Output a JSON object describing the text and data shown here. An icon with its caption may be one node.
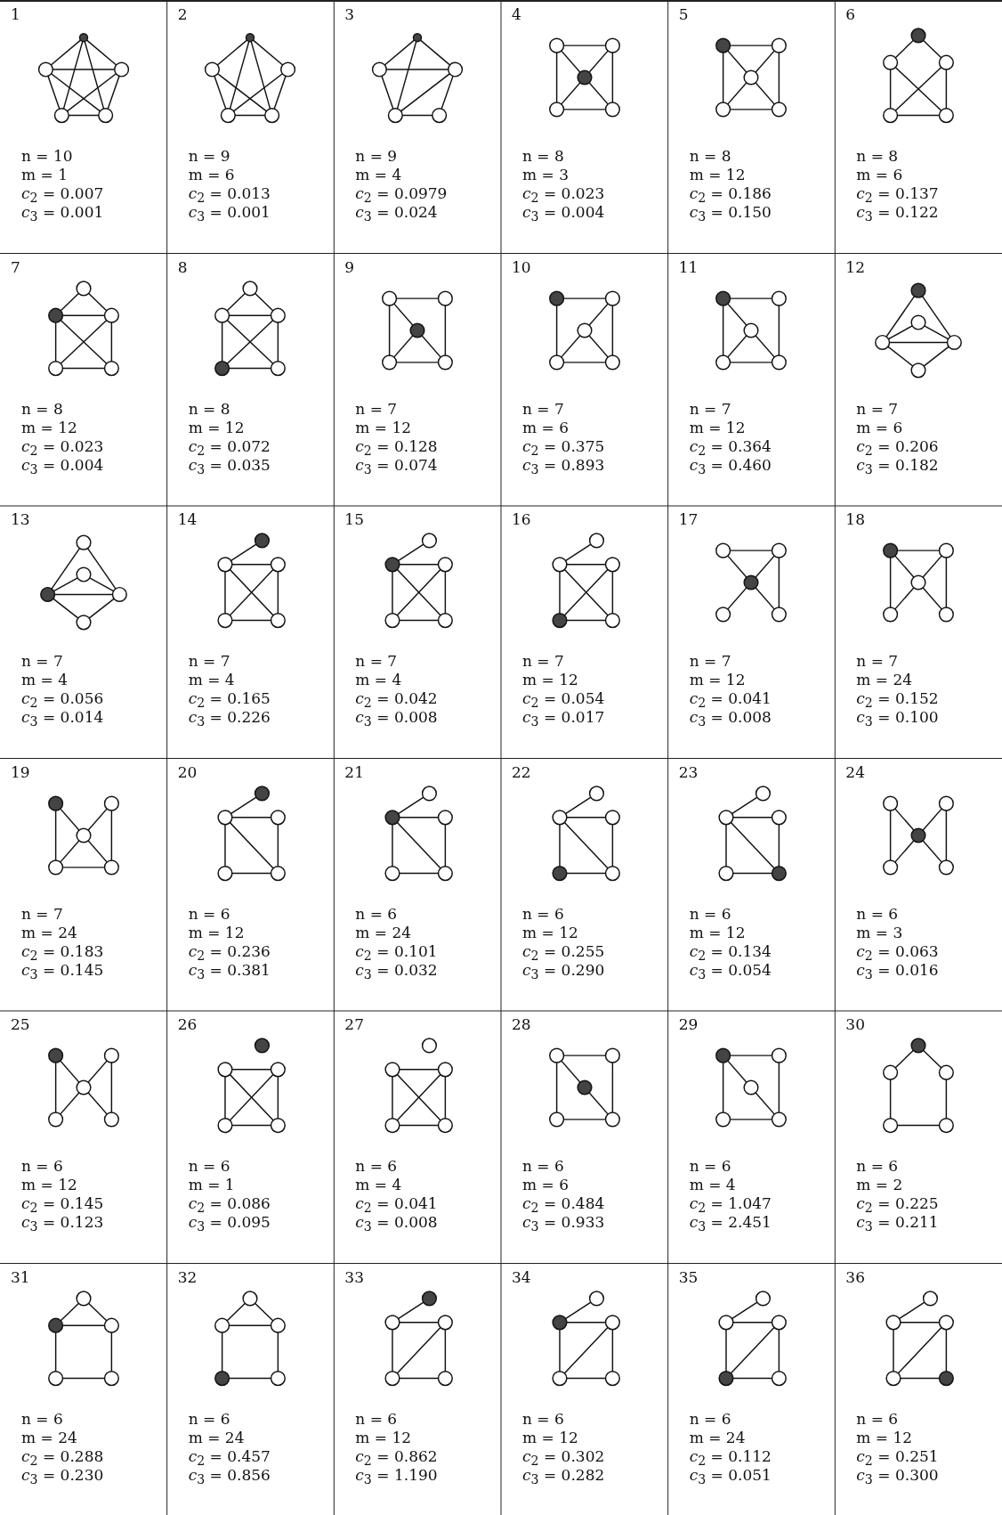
{
  "diagram": {
    "labels": [
      "1",
      "n = 10",
      "m = 1",
      "*c*$_{2}$ = 0.007",
      "*c*$_{3}$ = 0.001",
      "2",
      "n = 9",
      "m = 6",
      "*c*$_{2}$ = 0.013",
      "*c*$_{3}$ = 0.001",
      "3",
      "n = 9",
      "m = 4",
      "*c*$_{2}$ = 0.0979",
      "*c*$_{3}$ = 0.024",
      "4",
      "n = 8",
      "m = 3",
      "*c*$_{2}$ = 0.023",
      "*c*$_{3}$ = 0.004",
      "5",
      "n = 8",
      "m = 12",
      "*c*$_{2}$ = 0.186",
      "*c*$_{3}$ = 0.150",
      "6",
      "n = 8",
      "m = 6",
      "*c*$_{2}$ = 0.137",
      "*c*$_{3}$ = 0.122",
      "7",
      "n = 8",
      "m = 12",
      "*c*$_{2}$ = 0.023",
      "*c*$_{3}$ = 0.004",
      "8",
      "n = 8",
      "m = 12",
      "*c*$_{2}$ = 0.072",
      "*c*$_{3}$ = 0.035",
      "9",
      "n = 7",
      "m = 12",
      "*c*$_{2}$ = 0.128",
      "*c*$_{3}$ = 0.074",
      "10",
      "n = 7",
      "m = 6",
      "*c*$_{2}$ = 0.375",
      "*c*$_{3}$ = 0.893",
      "11",
      "n = 7",
      "m = 12",
      "*c*$_{2}$ = 0.364",
      "*c*$_{3}$ = 0.460",
      "12",
      "n = 7",
      "m = 6",
      "*c*$_{2}$ = 0.206",
      "*c*$_{3}$ = 0.182",
      "13",
      "n = 7",
      "m = 4",
      "*c*$_{2}$ = 0.056",
      "*c*$_{3}$ = 0.014",
      "14",
      "n = 7",
      "m = 4",
      "*c*$_{2}$ = 0.165",
      "*c*$_{3}$ = 0.226",
      "15",
      "n = 7",
      "m = 4",
      "*c*$_{2}$ = 0.042",
      "*c*$_{3}$ = 0.008",
      "16",
      "n = 7",
      "m = 12",
      "*c*$_{2}$ = 0.054",
      "*c*$_{3}$ = 0.017",
      "17",
      "n = 7",
      "m = 12",
      "*c*$_{2}$ = 0.041",
      "*c*$_{3}$ = 0.008",
      "18",
      "n = 7",
      "m = 24",
      "*c*$_{2}$ = 0.152",
      "*c*$_{3}$ = 0.100",
      "19",
      "n = 7",
      "m = 24",
      "*c*$_{2}$ = 0.183",
      "*c*$_{3}$ = 0.145",
      "20",
      "n = 6",
      "m = 12",
      "*c*$_{2}$ = 0.236",
      "*c*$_{3}$ = 0.381",
      "21",
      "n = 6",
      "m = 24",
      "*c*$_{2}$ = 0.101",
      "*c*$_{3}$ = 0.032",
      "22",
      "n = 6",
      "m = 12",
      "*c*$_{2}$ = 0.255",
      "*c*$_{3}$ = 0.290",
      "23",
      "n = 6",
      "m = 12",
      "*c*$_{2}$ = 0.134",
      "*c*$_{3}$ = 0.054",
      "24",
      "n = 6",
      "m = 3",
      "*c*$_{2}$ = 0.063",
      "*c*$_{3}$ = 0.016",
      "25",
      "n = 6",
      "m = 12",
      "*c*$_{2}$ = 0.145",
      "*c*$_{3}$ = 0.123",
      "26",
      "n = 6",
      "m = 1",
      "*c*$_{2}$ = 0.086",
      "*c*$_{3}$ = 0.095",
      "27",
      "n = 6",
      "m = 4",
      "*c*$_{2}$ = 0.041",
      "*c*$_{3}$ = 0.008",
      "28",
      "n = 6",
      "m = 6",
      "*c*$_{2}$ = 0.484",
      "*c*$_{3}$ = 0.933",
      "29",
      "n = 6",
      "m = 4",
      "*c*$_{2}$ = 1.047",
      "*c*$_{3}$ = 2.451",
      "30",
      "n = 6",
      "m = 2",
      "*c*$_{2}$ = 0.225",
      "*c*$_{3}$ = 0.211",
      "31",
      "n = 6",
      "m = 24",
      "*c*$_{2}$ = 0.288",
      "*c*$_{3}$ = 0.230",
      "32",
      "n = 6",
      "m = 24",
      "*c*$_{2}$ = 0.457",
      "*c*$_{3}$ = 0.856",
      "33",
      "n = 6",
      "m = 12",
      "*c*$_{2}$ = 0.862",
      "*c*$_{3}$ = 1.190",
      "34",
      "n = 6",
      "m = 12",
      "*c*$_{2}$ = 0.302",
      "*c*$_{3}$ = 0.282",
      "35",
      "n = 6",
      "m = 24",
      "*c*$_{2}$ = 0.112",
      "*c*$_{3}$ = 0.051",
      "36",
      "n = 6",
      "m = 12",
      "*c*$_{2}$ = 0.251",
      "*c*$_{3}$ = 0.300"
    ]
  }
}
